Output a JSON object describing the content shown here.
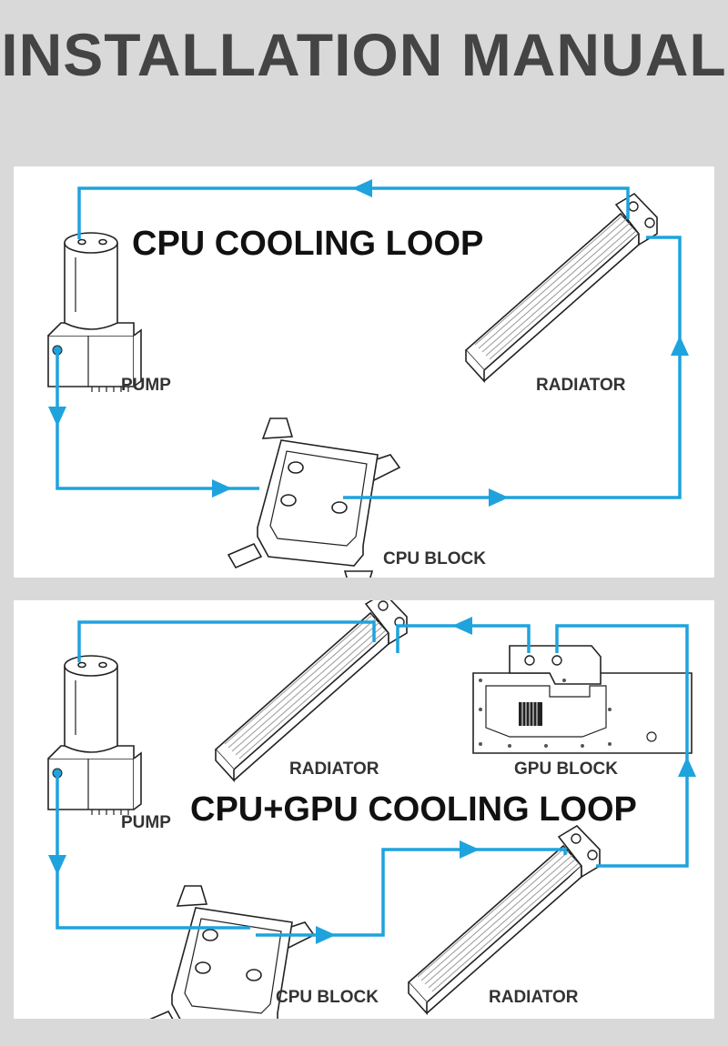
{
  "page_title": "INSTALLATION MANUAL",
  "accent_color": "#1fa3dd",
  "cpu_loop": {
    "title": "CPU COOLING LOOP",
    "labels": {
      "pump": "PUMP",
      "radiator": "RADIATOR",
      "cpu_block": "CPU BLOCK"
    }
  },
  "cpu_gpu_loop": {
    "title": "CPU+GPU COOLING LOOP",
    "labels": {
      "pump": "PUMP",
      "radiator_top": "RADIATOR",
      "gpu_block": "GPU BLOCK",
      "cpu_block": "CPU BLOCK",
      "radiator_bottom": "RADIATOR"
    }
  }
}
